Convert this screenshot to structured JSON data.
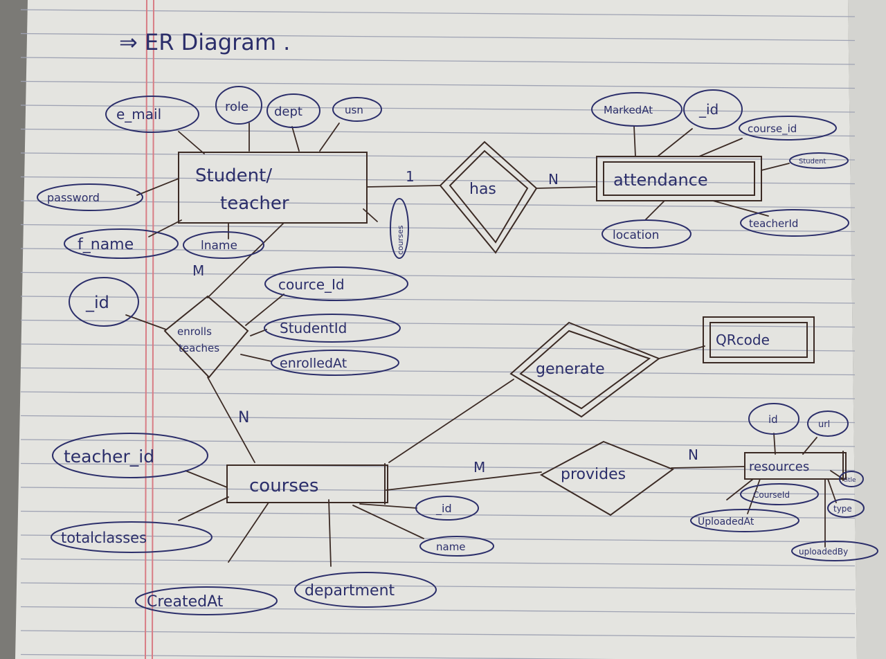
{
  "title": "⇒ ER Diagram .",
  "colors": {
    "paper": "#e4e4e0",
    "rule": "#9ea2b3",
    "margin": "#d87c84",
    "ink": "#2b2e6a",
    "edge": "#3b2a24"
  },
  "entities": {
    "student_teacher_line1": "Student/",
    "student_teacher_line2": "teacher",
    "attendance": "attendance",
    "qrcode": "QRcode",
    "courses": "courses",
    "resources": "resources"
  },
  "relationships": {
    "has": "has",
    "enrolls_line1": "enrolls",
    "enrolls_line2": "teaches",
    "generate": "generate",
    "provides": "provides"
  },
  "attributes": {
    "email": "e_mail",
    "role": "role",
    "dept": "dept",
    "usn": "usn",
    "password": "password",
    "fname": "f_name",
    "lname": "lname",
    "courses_side": "courses",
    "att_marked_at": "MarkedAt",
    "att_id": "_id",
    "att_course_id": "course_id",
    "att_student": "Student",
    "att_location": "location",
    "att_teacher_id": "teacherId",
    "enroll_id": "_id",
    "enroll_course_id": "cource_Id",
    "enroll_student_id": "StudentId",
    "enroll_enrolled_at": "enrolledAt",
    "course_teacher_id": "teacher_id",
    "course_total_classes": "totalclasses",
    "course_created_at": "CreatedAt",
    "course_department": "department",
    "course_id": "_id",
    "course_name": "name",
    "res_id": "id",
    "res_url": "url",
    "res_title": "title",
    "res_course_id": "CourseId",
    "res_type": "type",
    "res_uploaded_at": "UploadedAt",
    "res_uploaded_by": "uploadedBy"
  },
  "cardinalities": {
    "has_student": "1",
    "has_attendance": "N",
    "enrolls_student": "M",
    "enrolls_courses": "N",
    "provides_courses": "M",
    "provides_resources": "N"
  }
}
